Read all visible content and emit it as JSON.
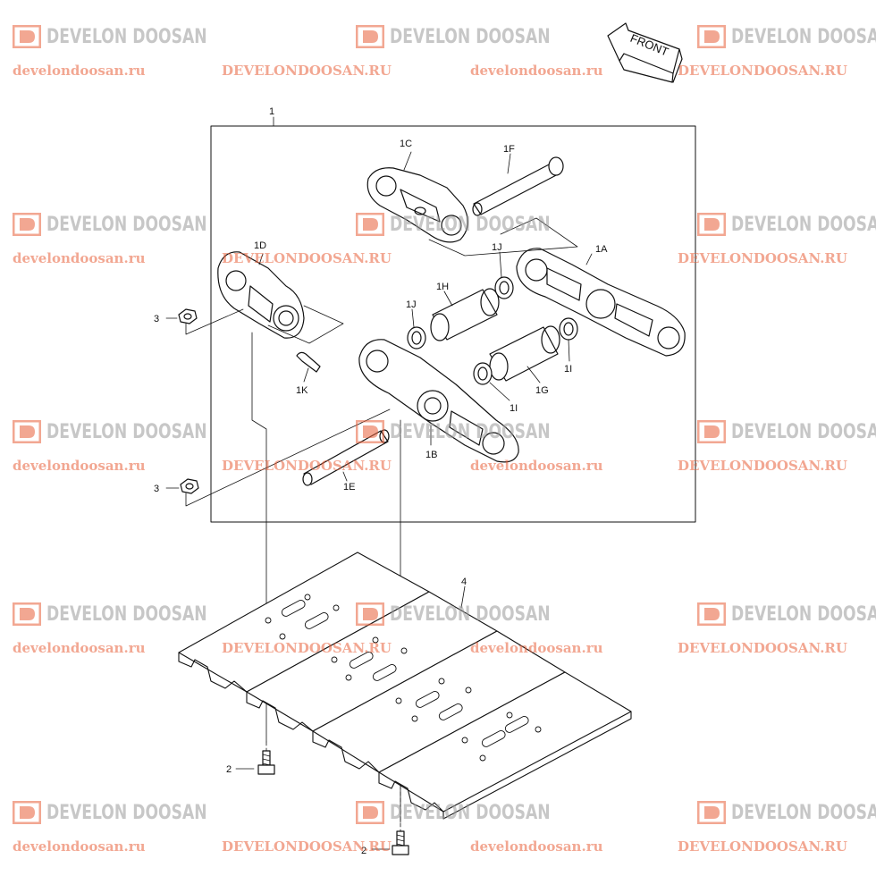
{
  "direction_label": "FRONT",
  "callouts": {
    "assembly": "1",
    "link_1a": "1A",
    "link_1b": "1B",
    "link_1c": "1C",
    "link_1d": "1D",
    "pin_1e": "1E",
    "pin_1f": "1F",
    "bushing_1g": "1G",
    "bushing_1h": "1H",
    "seal_1i_right": "1I",
    "seal_1i_left": "1I",
    "seal_1j_right": "1J",
    "seal_1j_left": "1J",
    "spacer_1k": "1K",
    "bolt_left": "2",
    "bolt_bottom": "2",
    "nut_top": "3",
    "nut_bottom": "3",
    "shoe": "4"
  },
  "watermark": {
    "brand": "DEVELON DOOSAN",
    "site_lower": "develondoosan.ru",
    "site_upper": "DEVELONDOOSAN.RU",
    "brand_color": "#9a9a9a",
    "site_color": "#e8603a",
    "icon": "develon-logo-icon"
  }
}
